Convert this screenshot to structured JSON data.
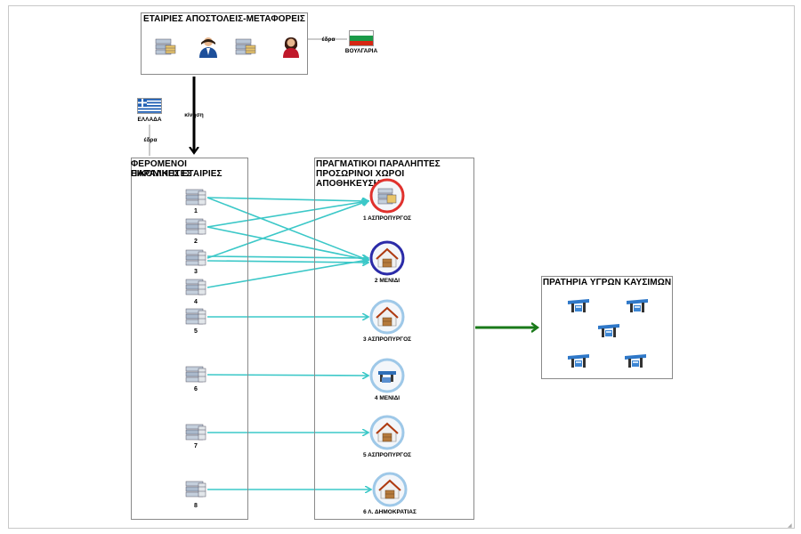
{
  "top_box": {
    "title": "ΕΤΑΙΡΙΕΣ ΑΠΟΣΤΟΛΕΙΣ-ΜΕΤΑΦΟΡΕΙΣ"
  },
  "bulgaria": {
    "edge_label": "έδρα",
    "label": "ΒΟΥΛΓΑΡΙΑ"
  },
  "greece": {
    "label": "ΕΛΛΑΔΑ",
    "edge_label": "έδρα"
  },
  "move_label": "κίνηση",
  "left_box": {
    "title_line1": "ΦΕΡΟΜΕΝΟΙ ΠΑΡΑΛΗΠΤΕΣ",
    "title_line2": "ΕΙΚΟΝΙΚΕΣ ΕΤΑΙΡΙΕΣ",
    "companies": [
      "1",
      "2",
      "3",
      "4",
      "5",
      "6",
      "7",
      "8"
    ]
  },
  "mid_box": {
    "title_line1": "ΠΡΑΓΜΑΤΙΚΟΙ ΠΑΡΑΛΗΠΤΕΣ",
    "title_line2": "ΠΡΟΣΩΡΙΝΟΙ ΧΩΡΟΙ ΑΠΟΘΗΚΕΥΣΗΣ",
    "warehouses": [
      "1 ΑΣΠΡΟΠΥΡΓΟΣ",
      "2 ΜΕΝΙΔΙ",
      "3 ΑΣΠΡΟΠΥΡΓΟΣ",
      "4 ΜΕΝΙΔΙ",
      "5 ΑΣΠΡΟΠΥΡΓΟΣ",
      "6 Λ. ΔΗΜΟΚΡΑΤΙΑΣ"
    ]
  },
  "right_box": {
    "title": "ΠΡΑΤΗΡΙΑ ΥΓΡΩΝ ΚΑΥΣΙΜΩΝ"
  },
  "links": [
    [
      1,
      1
    ],
    [
      1,
      2
    ],
    [
      2,
      1
    ],
    [
      2,
      2
    ],
    [
      3,
      1
    ],
    [
      3,
      2
    ],
    [
      3,
      2
    ],
    [
      4,
      2
    ],
    [
      5,
      3
    ],
    [
      6,
      4
    ],
    [
      7,
      5
    ],
    [
      8,
      6
    ]
  ],
  "colors": {
    "link": "#3cc8c8",
    "main_arrow": "#1a7a1a",
    "move_arrow": "#000000",
    "wh1_ring": "#e0312d",
    "wh2_ring": "#2a2aa8",
    "wh_ring": "#9ec8e8"
  },
  "icons": {
    "server": "server-stack-icon",
    "man": "businessman-icon",
    "woman": "businesswoman-icon",
    "warehouse": "warehouse-icon",
    "pump": "fuel-pump-icon"
  }
}
